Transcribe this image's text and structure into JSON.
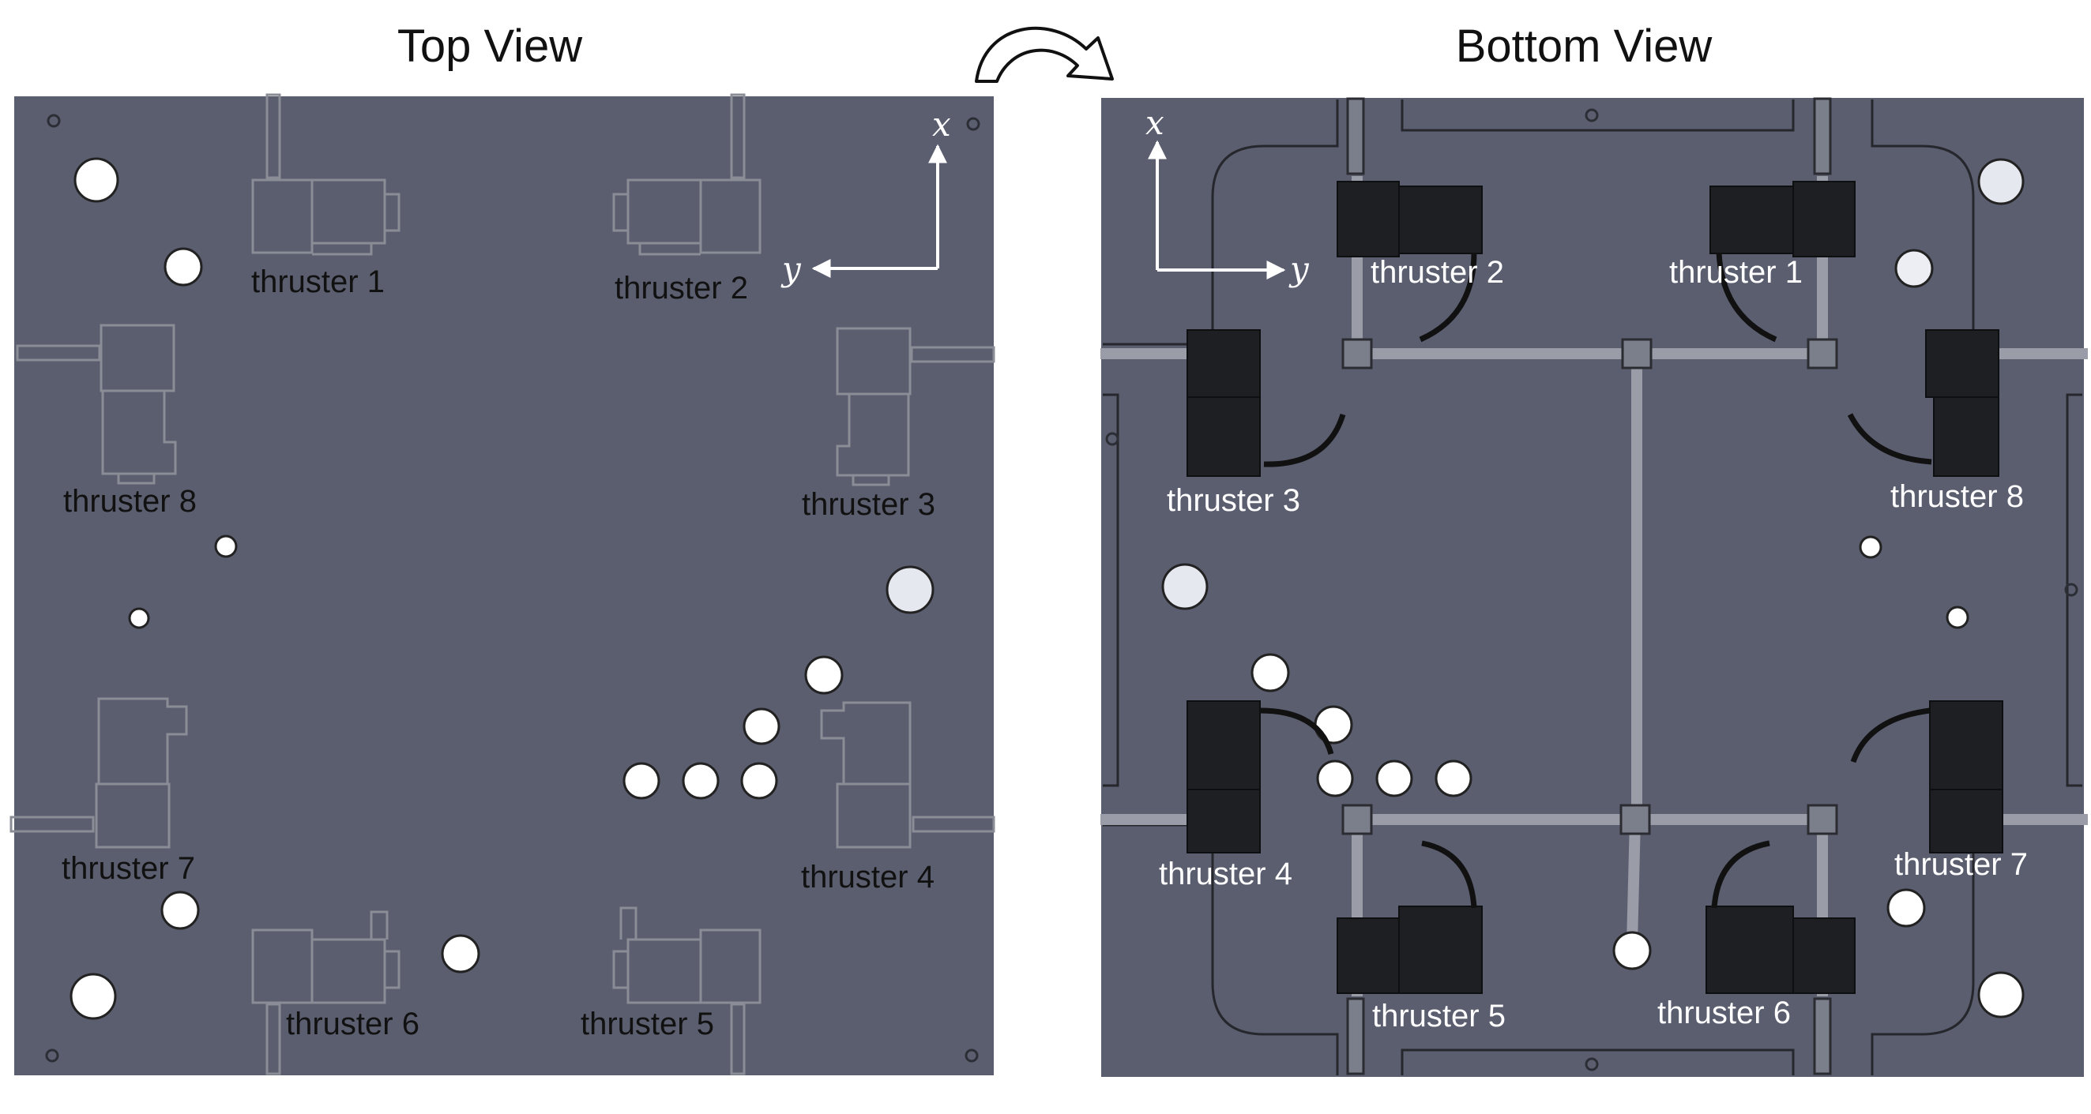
{
  "top_view": {
    "title": "Top View",
    "axis": {
      "x": "x",
      "y": "y"
    },
    "thrusters": [
      {
        "label": "thruster 1"
      },
      {
        "label": "thruster 2"
      },
      {
        "label": "thruster 8"
      },
      {
        "label": "thruster 3"
      },
      {
        "label": "thruster 7"
      },
      {
        "label": "thruster 4"
      },
      {
        "label": "thruster 6"
      },
      {
        "label": "thruster 5"
      }
    ]
  },
  "bottom_view": {
    "title": "Bottom View",
    "axis": {
      "x": "x",
      "y": "y"
    },
    "thrusters": [
      {
        "label": "thruster 2"
      },
      {
        "label": "thruster 1"
      },
      {
        "label": "thruster 3"
      },
      {
        "label": "thruster 8"
      },
      {
        "label": "thruster 4"
      },
      {
        "label": "thruster 7"
      },
      {
        "label": "thruster 5"
      },
      {
        "label": "thruster 6"
      }
    ]
  },
  "colors": {
    "panel": "#5b5e6f",
    "outline": "#8a8d96",
    "thruster_body": "#1e1f22",
    "tube": "#9a9ca8",
    "hole": "#ffffff"
  },
  "icons": {
    "flip": "curved-flip-arrow-icon"
  }
}
